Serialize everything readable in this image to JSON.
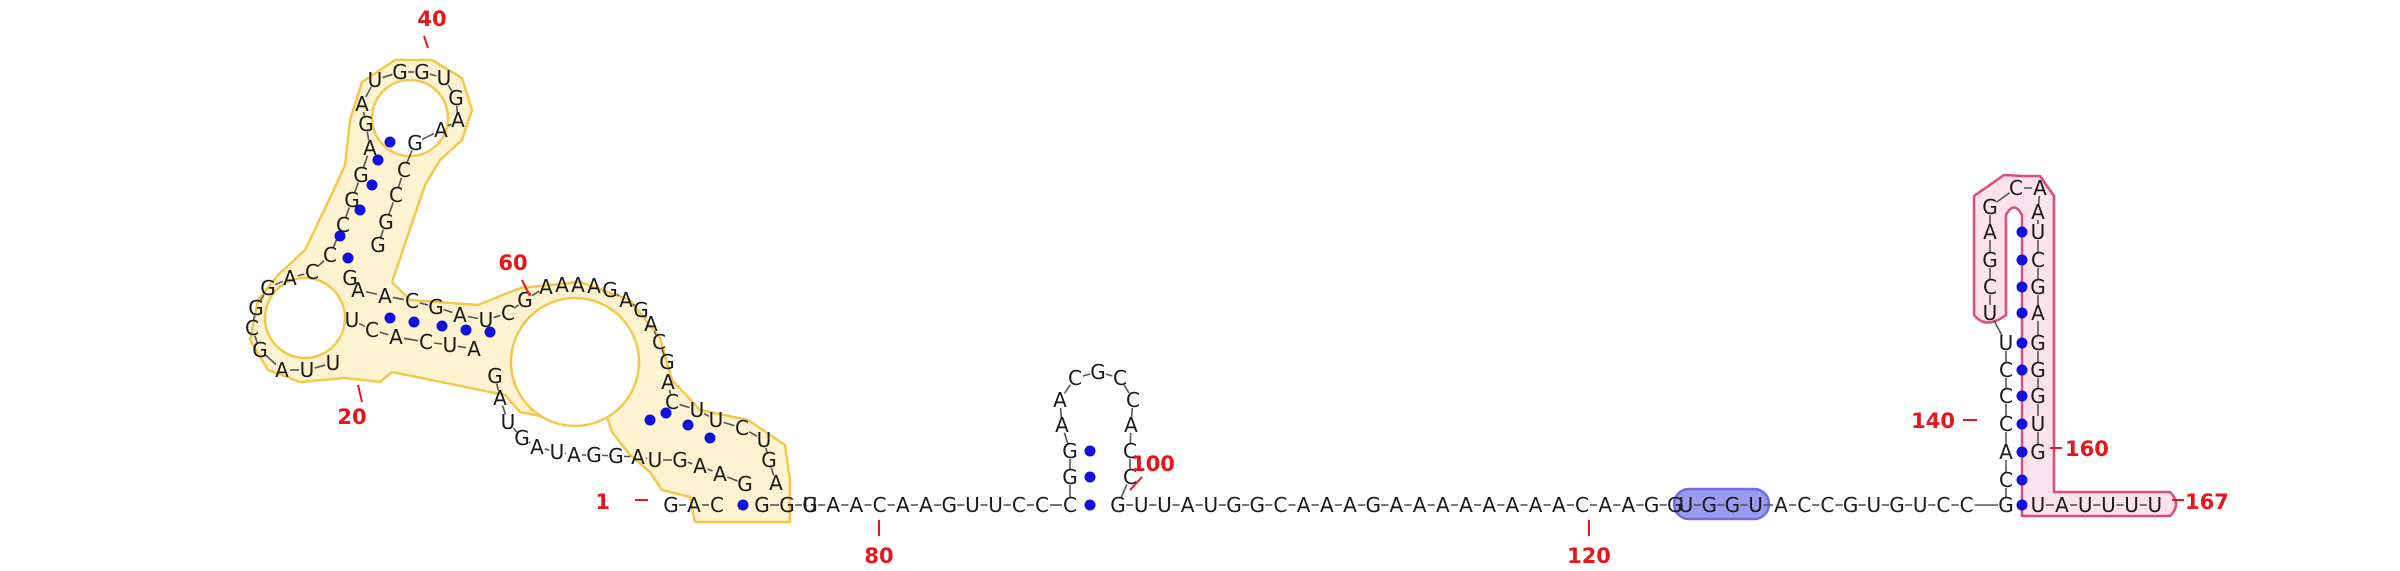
{
  "colors": {
    "nucleotide": "#1a1a1a",
    "backbone": "#555555",
    "pair_dot": "#1010e0",
    "label": "#e8161b",
    "yellow_fill": "#fdf3d0",
    "yellow_stroke": "#f3c84a",
    "pink_fill": "#fbe2ec",
    "pink_stroke": "#dc4c7e",
    "blue_fill": "#9a9af0",
    "blue_stroke": "#6e6ee0"
  },
  "sequence": "GACGGUGAACAAGUUCCGUUAUGGCAAAGAAAAAAAACAAGGUGGUACCGUGUCCGUAUUUU",
  "labels": {
    "n1": "1",
    "n20": "20",
    "n40": "40",
    "n60": "60",
    "n80": "80",
    "n100": "100",
    "n120": "120",
    "n140": "140",
    "n160": "160",
    "n167": "167"
  },
  "hairpin_mid": {
    "stem_left": [
      "G",
      "G"
    ],
    "loop": [
      "A",
      "A",
      "C",
      "G",
      "C",
      "C",
      "A"
    ],
    "stem_right": [
      "C",
      "C"
    ]
  },
  "hairpin_right": {
    "stem_left": [
      "U",
      "C",
      "C",
      "C",
      "A",
      "C"
    ],
    "loop_left": [
      "U",
      "C",
      "G",
      "A",
      "G"
    ],
    "loop_top": [
      "C",
      "A"
    ],
    "stem_right": [
      "A",
      "U",
      "C",
      "G",
      "A",
      "G",
      "G",
      "G",
      "U",
      "G"
    ],
    "tail": [
      "U",
      "A",
      "U",
      "U",
      "U",
      "U"
    ]
  },
  "left_domain": {
    "hairpin_40_left": [
      "G",
      "A",
      "G",
      "G",
      "C",
      "C",
      "C"
    ],
    "hairpin_40_right": [
      "G",
      "A",
      "G",
      "C",
      "C",
      "G",
      "G"
    ],
    "loop_40": [
      "U",
      "G",
      "G",
      "U",
      "G",
      "A",
      "A",
      "A"
    ],
    "interior_left": [
      "C",
      "G",
      "A",
      "C",
      "U"
    ],
    "interior_right": [
      "C",
      "A",
      "C",
      "U",
      "A"
    ],
    "bulge": [
      "G",
      "C",
      "G",
      "A",
      "A",
      "U",
      "U"
    ],
    "big_loop": [
      "G",
      "A",
      "A",
      "A",
      "A",
      "G",
      "A",
      "C",
      "A",
      "C"
    ],
    "lower_helix_left": [
      "U",
      "U",
      "C",
      "U",
      "G"
    ],
    "lower_helix_right": [
      "A",
      "G",
      "A",
      "A",
      "G"
    ],
    "bottom_run": [
      "A",
      "G",
      "G",
      "A",
      "U",
      "G",
      "A",
      "U"
    ]
  }
}
